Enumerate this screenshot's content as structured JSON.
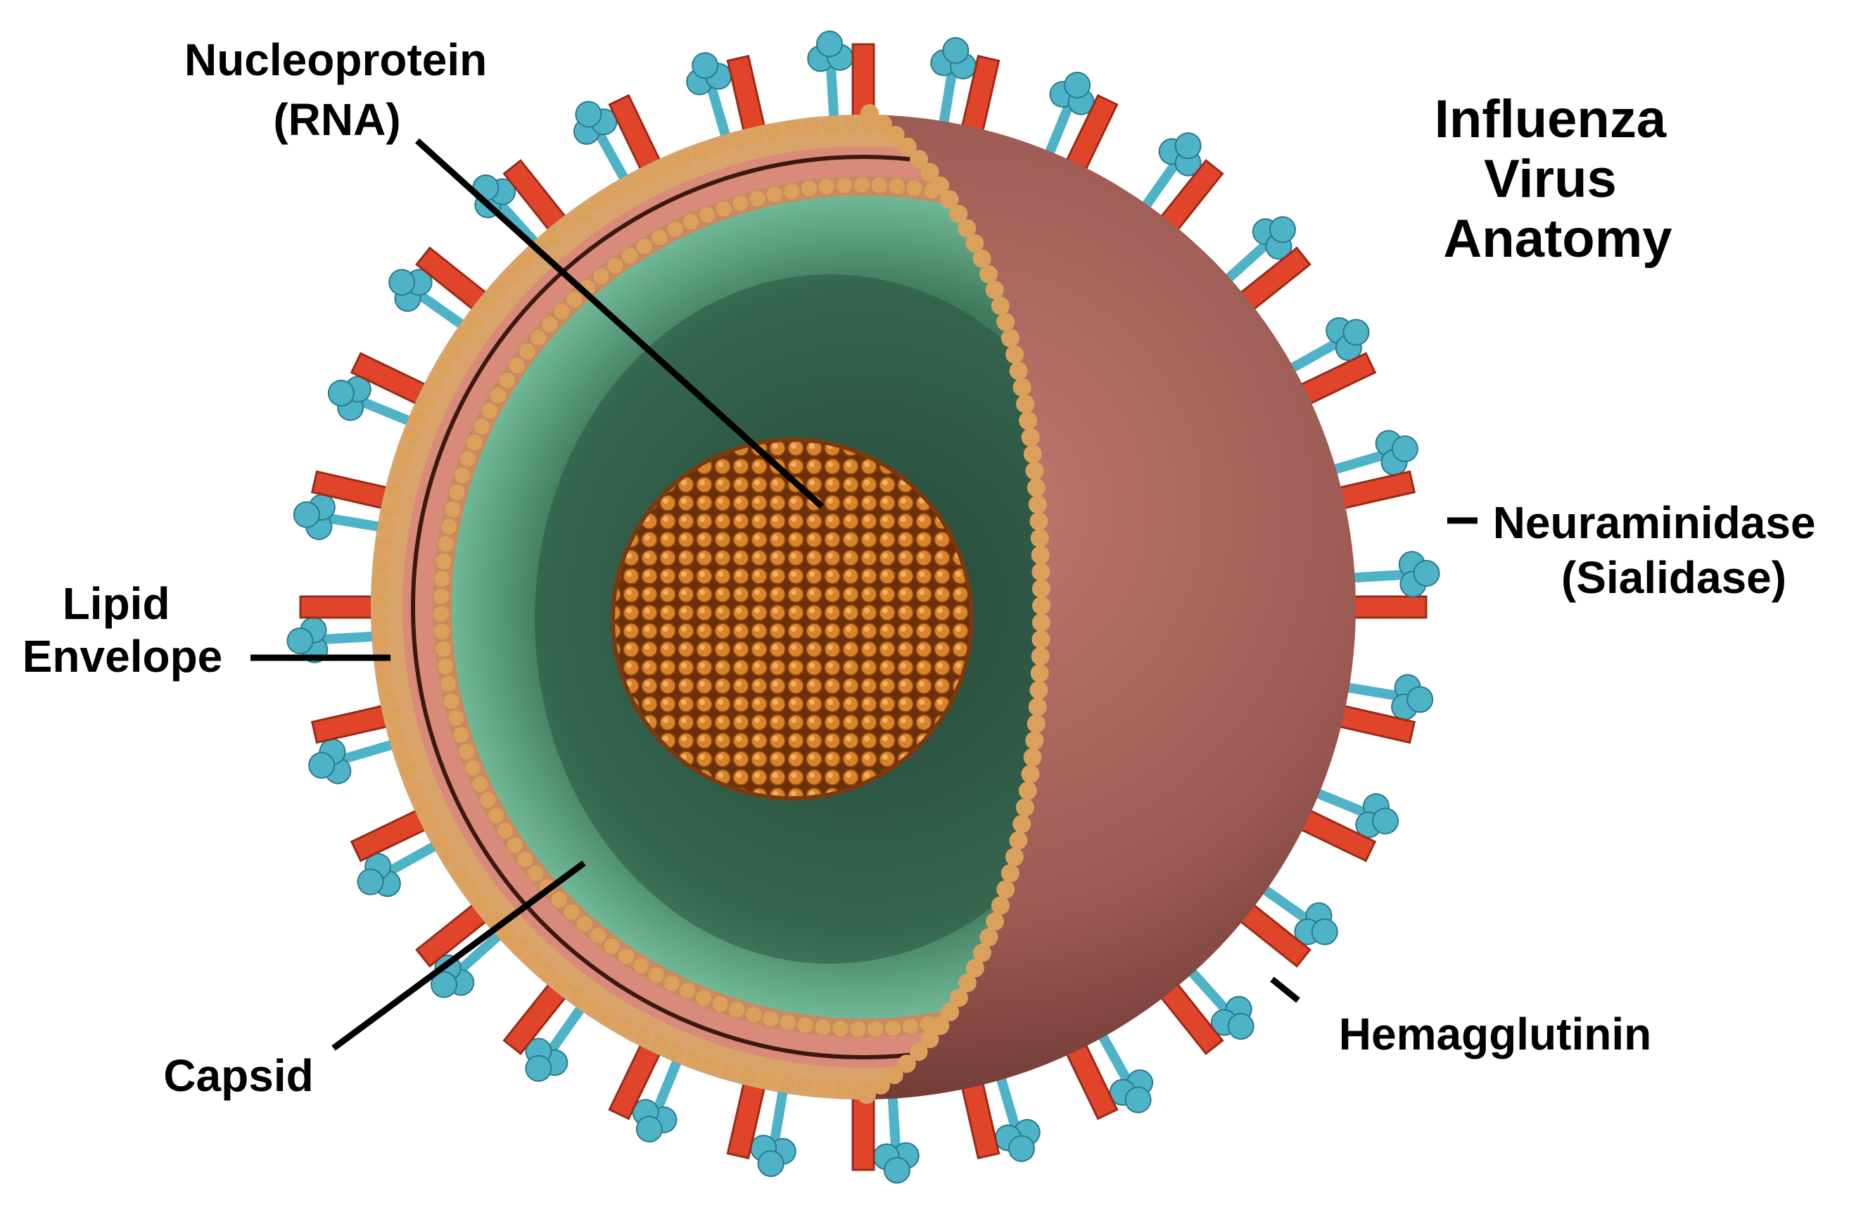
{
  "title": {
    "line1": "Influenza",
    "line2": "Virus",
    "line3": "Anatomy"
  },
  "labels": {
    "nucleoprotein": {
      "line1": "Nucleoprotein",
      "line2": "(RNA)"
    },
    "lipid_envelope": {
      "line1": "Lipid",
      "line2": "Envelope"
    },
    "neuraminidase": {
      "line1": "Neuraminidase",
      "line2": "(Sialidase)"
    },
    "hemagglutinin": "Hemagglutinin",
    "capsid": "Capsid"
  },
  "colors": {
    "spike_red": "#e0452a",
    "spike_cyan": "#4fb3c8",
    "envelope_brown": "#8e4d47",
    "capsid_green": "#79c9a4",
    "rna_orange": "#d17a22",
    "membrane_tan": "#dba15c"
  }
}
